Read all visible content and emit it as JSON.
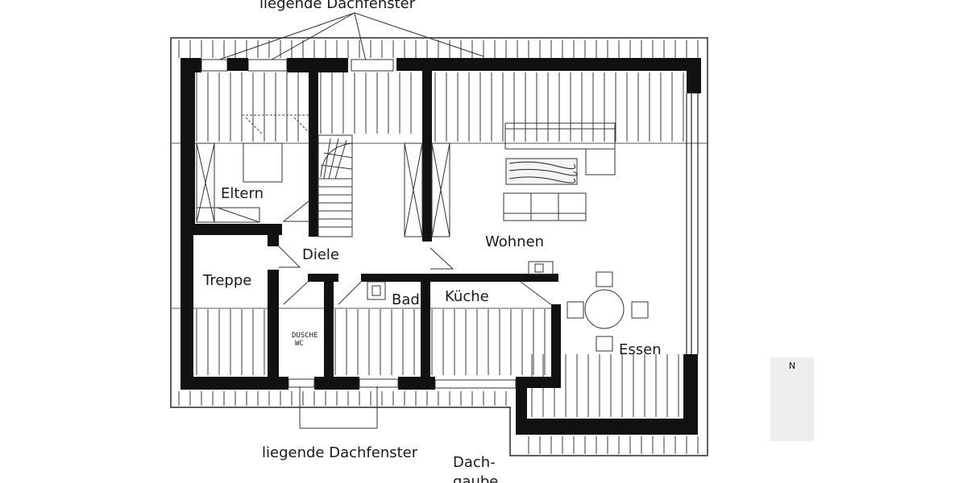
{
  "labels": {
    "top_caption": "liegende Dachfenster",
    "bottom_caption": "liegende Dachfenster",
    "dach_line1": "Dach-",
    "dach_line2": "gaube",
    "eltern": "Eltern",
    "treppe": "Treppe",
    "diele": "Diele",
    "bad": "Bad",
    "kueche": "Küche",
    "wohnen": "Wohnen",
    "essen": "Essen",
    "dusche": "DUSCHE",
    "wc": "WC"
  },
  "compass": {
    "letter": "N"
  },
  "colors": {
    "wall": "#111111",
    "line": "#2a2a2a",
    "background": "#ffffff",
    "compass_bg": "#ededed"
  }
}
